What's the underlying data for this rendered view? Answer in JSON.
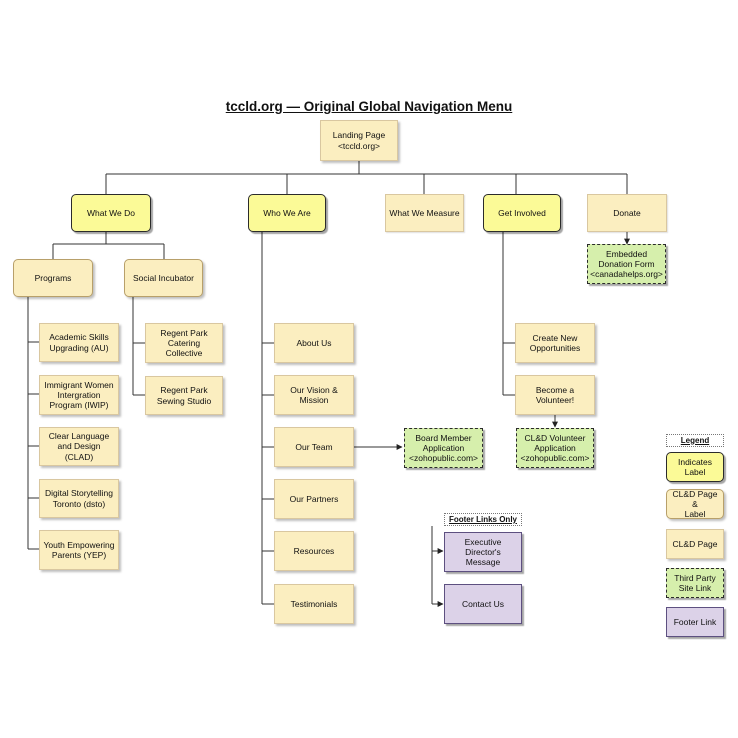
{
  "title": "tccld.org — Original Global Navigation Menu",
  "nodes": {
    "landing": "Landing Page\n<tccld.org>",
    "what_we_do": "What We Do",
    "who_we_are": "Who We Are",
    "what_we_measure": "What We Measure",
    "get_involved": "Get Involved",
    "donate": "Donate",
    "donation_form": "Embedded\nDonation Form\n<canadahelps.org>",
    "programs": "Programs",
    "social_incubator": "Social Incubator",
    "academic_skills": "Academic Skills\nUpgrading (AU)",
    "immigrant_women": "Immigrant Women\nIntergration\nProgram (IWIP)",
    "clear_language": "Clear Language\nand Design (CLAD)",
    "digital_storytelling": "Digital Storytelling\nToronto (dsto)",
    "youth_empowering": "Youth Empowering\nParents (YEP)",
    "regent_catering": "Regent Park\nCatering Collective",
    "regent_sewing": "Regent Park\nSewing Studio",
    "about_us": "About Us",
    "vision_mission": "Our Vision &\nMission",
    "our_team": "Our Team",
    "our_partners": "Our Partners",
    "resources": "Resources",
    "testimonials": "Testimonials",
    "board_member": "Board Member\nApplication\n<zohopublic.com>",
    "create_opportunities": "Create New\nOpportunities",
    "become_volunteer": "Become a\nVolunteer!",
    "volunteer_app": "CL&D Volunteer\nApplication\n<zohopublic.com>",
    "footer_links_only": "Footer Links Only",
    "exec_message": "Executive\nDirector's Message",
    "contact_us": "Contact Us"
  },
  "legend": {
    "heading": "Legend",
    "indicates_label": "Indicates\nLabel",
    "page_and_label": "CL&D Page &\nLabel",
    "page": "CL&D Page",
    "third_party": "Third Party\nSite Link",
    "footer_link": "Footer Link"
  },
  "colors": {
    "label": "#fbfa97",
    "page": "#fbeec0",
    "third_party": "#d6efac",
    "footer_link": "#dcd2e8",
    "line": "#333333"
  }
}
